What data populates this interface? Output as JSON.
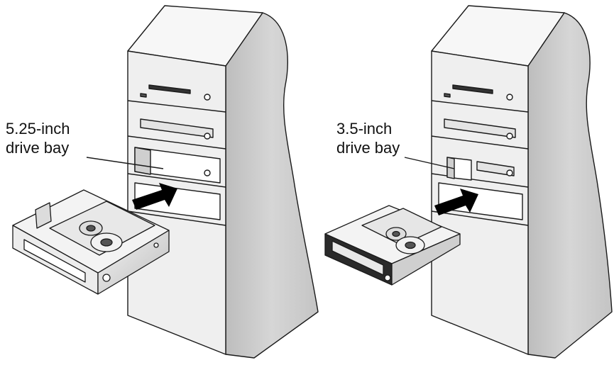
{
  "left_panel": {
    "label_line1": "5.25-inch",
    "label_line2": "drive bay"
  },
  "right_panel": {
    "label_line1": "3.5-inch",
    "label_line2": "drive bay"
  },
  "colors": {
    "outline": "#1a1a1a",
    "case_light": "#f2f2f2",
    "case_shade": "#c8c8c8",
    "arrow": "#000000",
    "metal": "#d9d9d9"
  }
}
